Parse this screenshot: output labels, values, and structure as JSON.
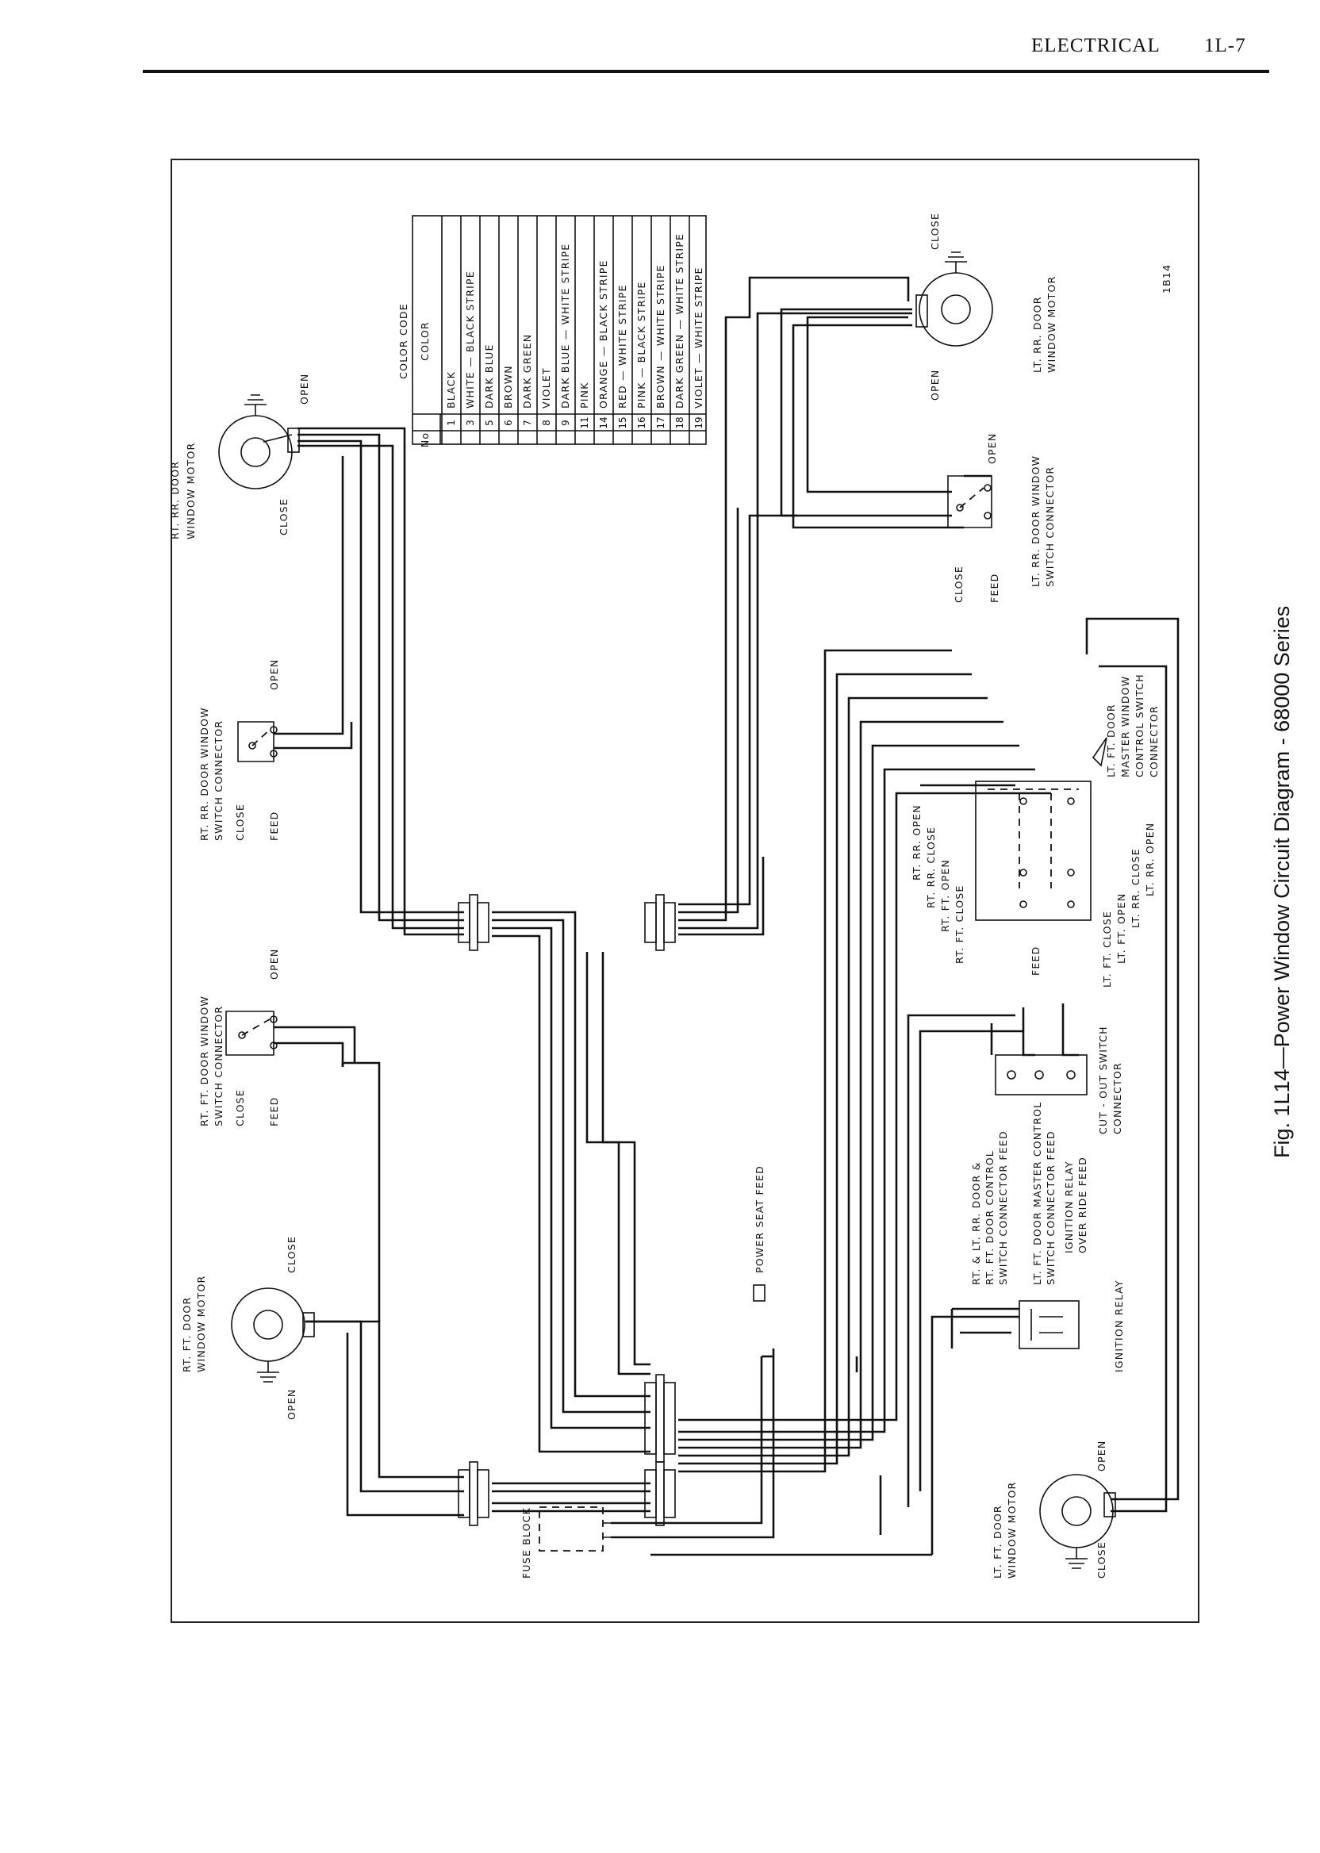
{
  "header": {
    "section": "ELECTRICAL",
    "page": "1L-7"
  },
  "caption": "Fig. 1L14—Power Window Circuit Diagram - 68000 Series",
  "figure_id": "1B14",
  "color_code": {
    "title": "COLOR CODE",
    "col_no": "No.",
    "col_color": "COLOR",
    "rows": [
      {
        "no": "1",
        "color": "BLACK"
      },
      {
        "no": "3",
        "color": "WHITE — BLACK STRIPE"
      },
      {
        "no": "5",
        "color": "DARK BLUE"
      },
      {
        "no": "6",
        "color": "BROWN"
      },
      {
        "no": "7",
        "color": "DARK GREEN"
      },
      {
        "no": "8",
        "color": "VIOLET"
      },
      {
        "no": "9",
        "color": "DARK BLUE — WHITE STRIPE"
      },
      {
        "no": "11",
        "color": "PINK"
      },
      {
        "no": "14",
        "color": "ORANGE — BLACK STRIPE"
      },
      {
        "no": "15",
        "color": "RED — WHITE STRIPE"
      },
      {
        "no": "16",
        "color": "PINK — BLACK STRIPE"
      },
      {
        "no": "17",
        "color": "BROWN — WHITE STRIPE"
      },
      {
        "no": "18",
        "color": "DARK GREEN — WHITE STRIPE"
      },
      {
        "no": "19",
        "color": "VIOLET — WHITE STRIPE"
      }
    ]
  },
  "labels": {
    "rt_rr_motor_1": "RT. RR. DOOR",
    "rt_rr_motor_2": "WINDOW MOTOR",
    "rt_rr_switch_1": "RT. RR. DOOR WINDOW",
    "rt_rr_switch_2": "SWITCH CONNECTOR",
    "rt_ft_switch_1": "RT. FT. DOOR WINDOW",
    "rt_ft_switch_2": "SWITCH CONNECTOR",
    "rt_ft_motor_1": "RT. FT. DOOR",
    "rt_ft_motor_2": "WINDOW MOTOR",
    "lt_rr_motor_1": "LT. RR. DOOR",
    "lt_rr_motor_2": "WINDOW MOTOR",
    "lt_rr_switch_1": "LT. RR. DOOR WINDOW",
    "lt_rr_switch_2": "SWITCH CONNECTOR",
    "master_1": "LT. FT. DOOR",
    "master_2": "MASTER WINDOW",
    "master_3": "CONTROL SWITCH",
    "master_4": "CONNECTOR",
    "cutout_1": "CUT - OUT SWITCH",
    "cutout_2": "CONNECTOR",
    "lt_ft_motor_1": "LT. FT. DOOR",
    "lt_ft_motor_2": "WINDOW MOTOR",
    "open": "OPEN",
    "close": "CLOSE",
    "feed": "FEED",
    "fuse_block": "FUSE BLOCK",
    "power_seat_feed": "POWER SEAT FEED",
    "ignition_relay": "IGNITION RELAY",
    "rt_rr_open": "RT. RR. OPEN",
    "rt_rr_close": "RT. RR. CLOSE",
    "rt_ft_open": "RT. FT. OPEN",
    "rt_ft_close": "RT. FT. CLOSE",
    "lt_ft_close": "LT. FT. CLOSE",
    "lt_ft_open": "LT. FT. OPEN",
    "lt_rr_close": "LT. RR. CLOSE",
    "lt_rr_open": "LT. RR. OPEN",
    "cut_1a": "RT. & LT. RR. DOOR &",
    "cut_1b": "RT. FT. DOOR CONTROL",
    "cut_1c": "SWITCH CONNECTOR FEED",
    "cut_2a": "LT. FT. DOOR MASTER CONTROL",
    "cut_2b": "SWITCH CONNECTOR FEED",
    "cut_3a": "IGNITION RELAY",
    "cut_3b": "OVER RIDE FEED"
  }
}
